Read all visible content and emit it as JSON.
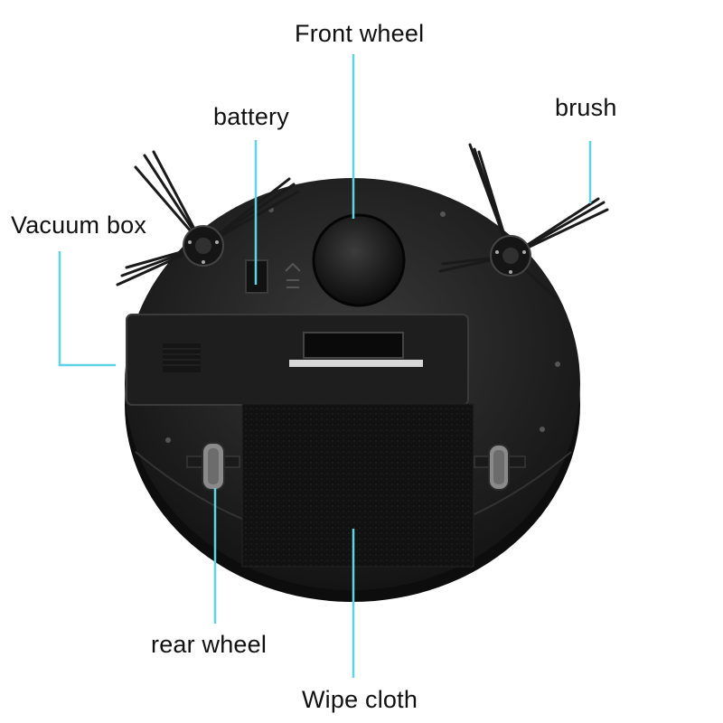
{
  "colors": {
    "background": "#ffffff",
    "leader_line": "#5fd3e6",
    "robot_body": "#1b1b1b",
    "robot_shell": "#262626",
    "cloth": "#0f0f0f",
    "label_text": "#111111"
  },
  "labels": {
    "front_wheel": "Front wheel",
    "battery": "battery",
    "brush": "brush",
    "vacuum_box": "Vacuum box",
    "rear_wheel": "rear wheel",
    "wipe_cloth": "Wipe cloth"
  }
}
